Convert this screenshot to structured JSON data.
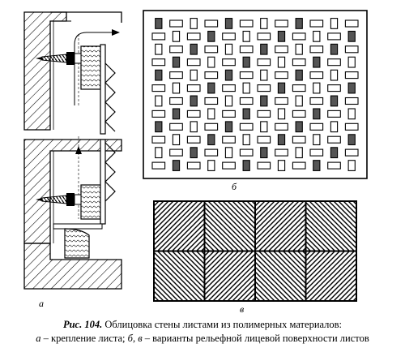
{
  "labels": {
    "a": "а",
    "b": "б",
    "v": "в"
  },
  "caption": {
    "figure_number": "Рис. 104.",
    "title": "Облицовка стены листами из полимерных материалов:",
    "part_a_letter": "а",
    "part_a_text": " – крепление листа; ",
    "part_b_letter": "б",
    "part_sep": ", ",
    "part_v_letter": "в",
    "part_v_text": " – варианты рельефной лицевой поверхности листов"
  }
}
